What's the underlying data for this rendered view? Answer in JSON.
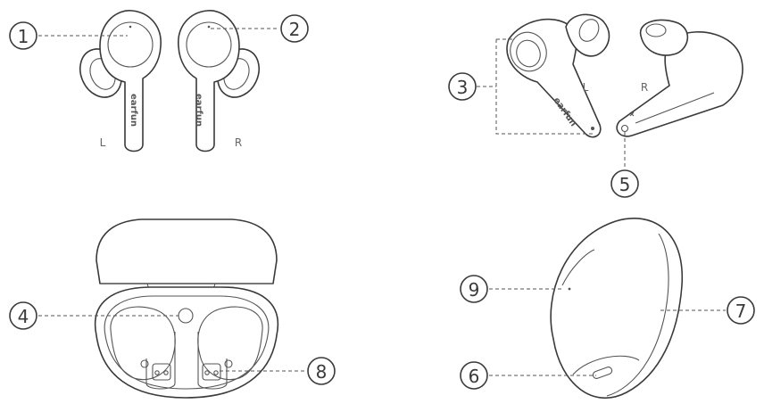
{
  "labels": {
    "top_left_L": "L",
    "top_left_R": "R",
    "top_right_L": "L",
    "top_right_R": "R"
  },
  "brand": {
    "left_bud": "earfun",
    "right_bud": "earfun",
    "side_bud": "earfun"
  },
  "callouts": [
    "1",
    "2",
    "3",
    "4",
    "5",
    "6",
    "7",
    "8",
    "9"
  ]
}
